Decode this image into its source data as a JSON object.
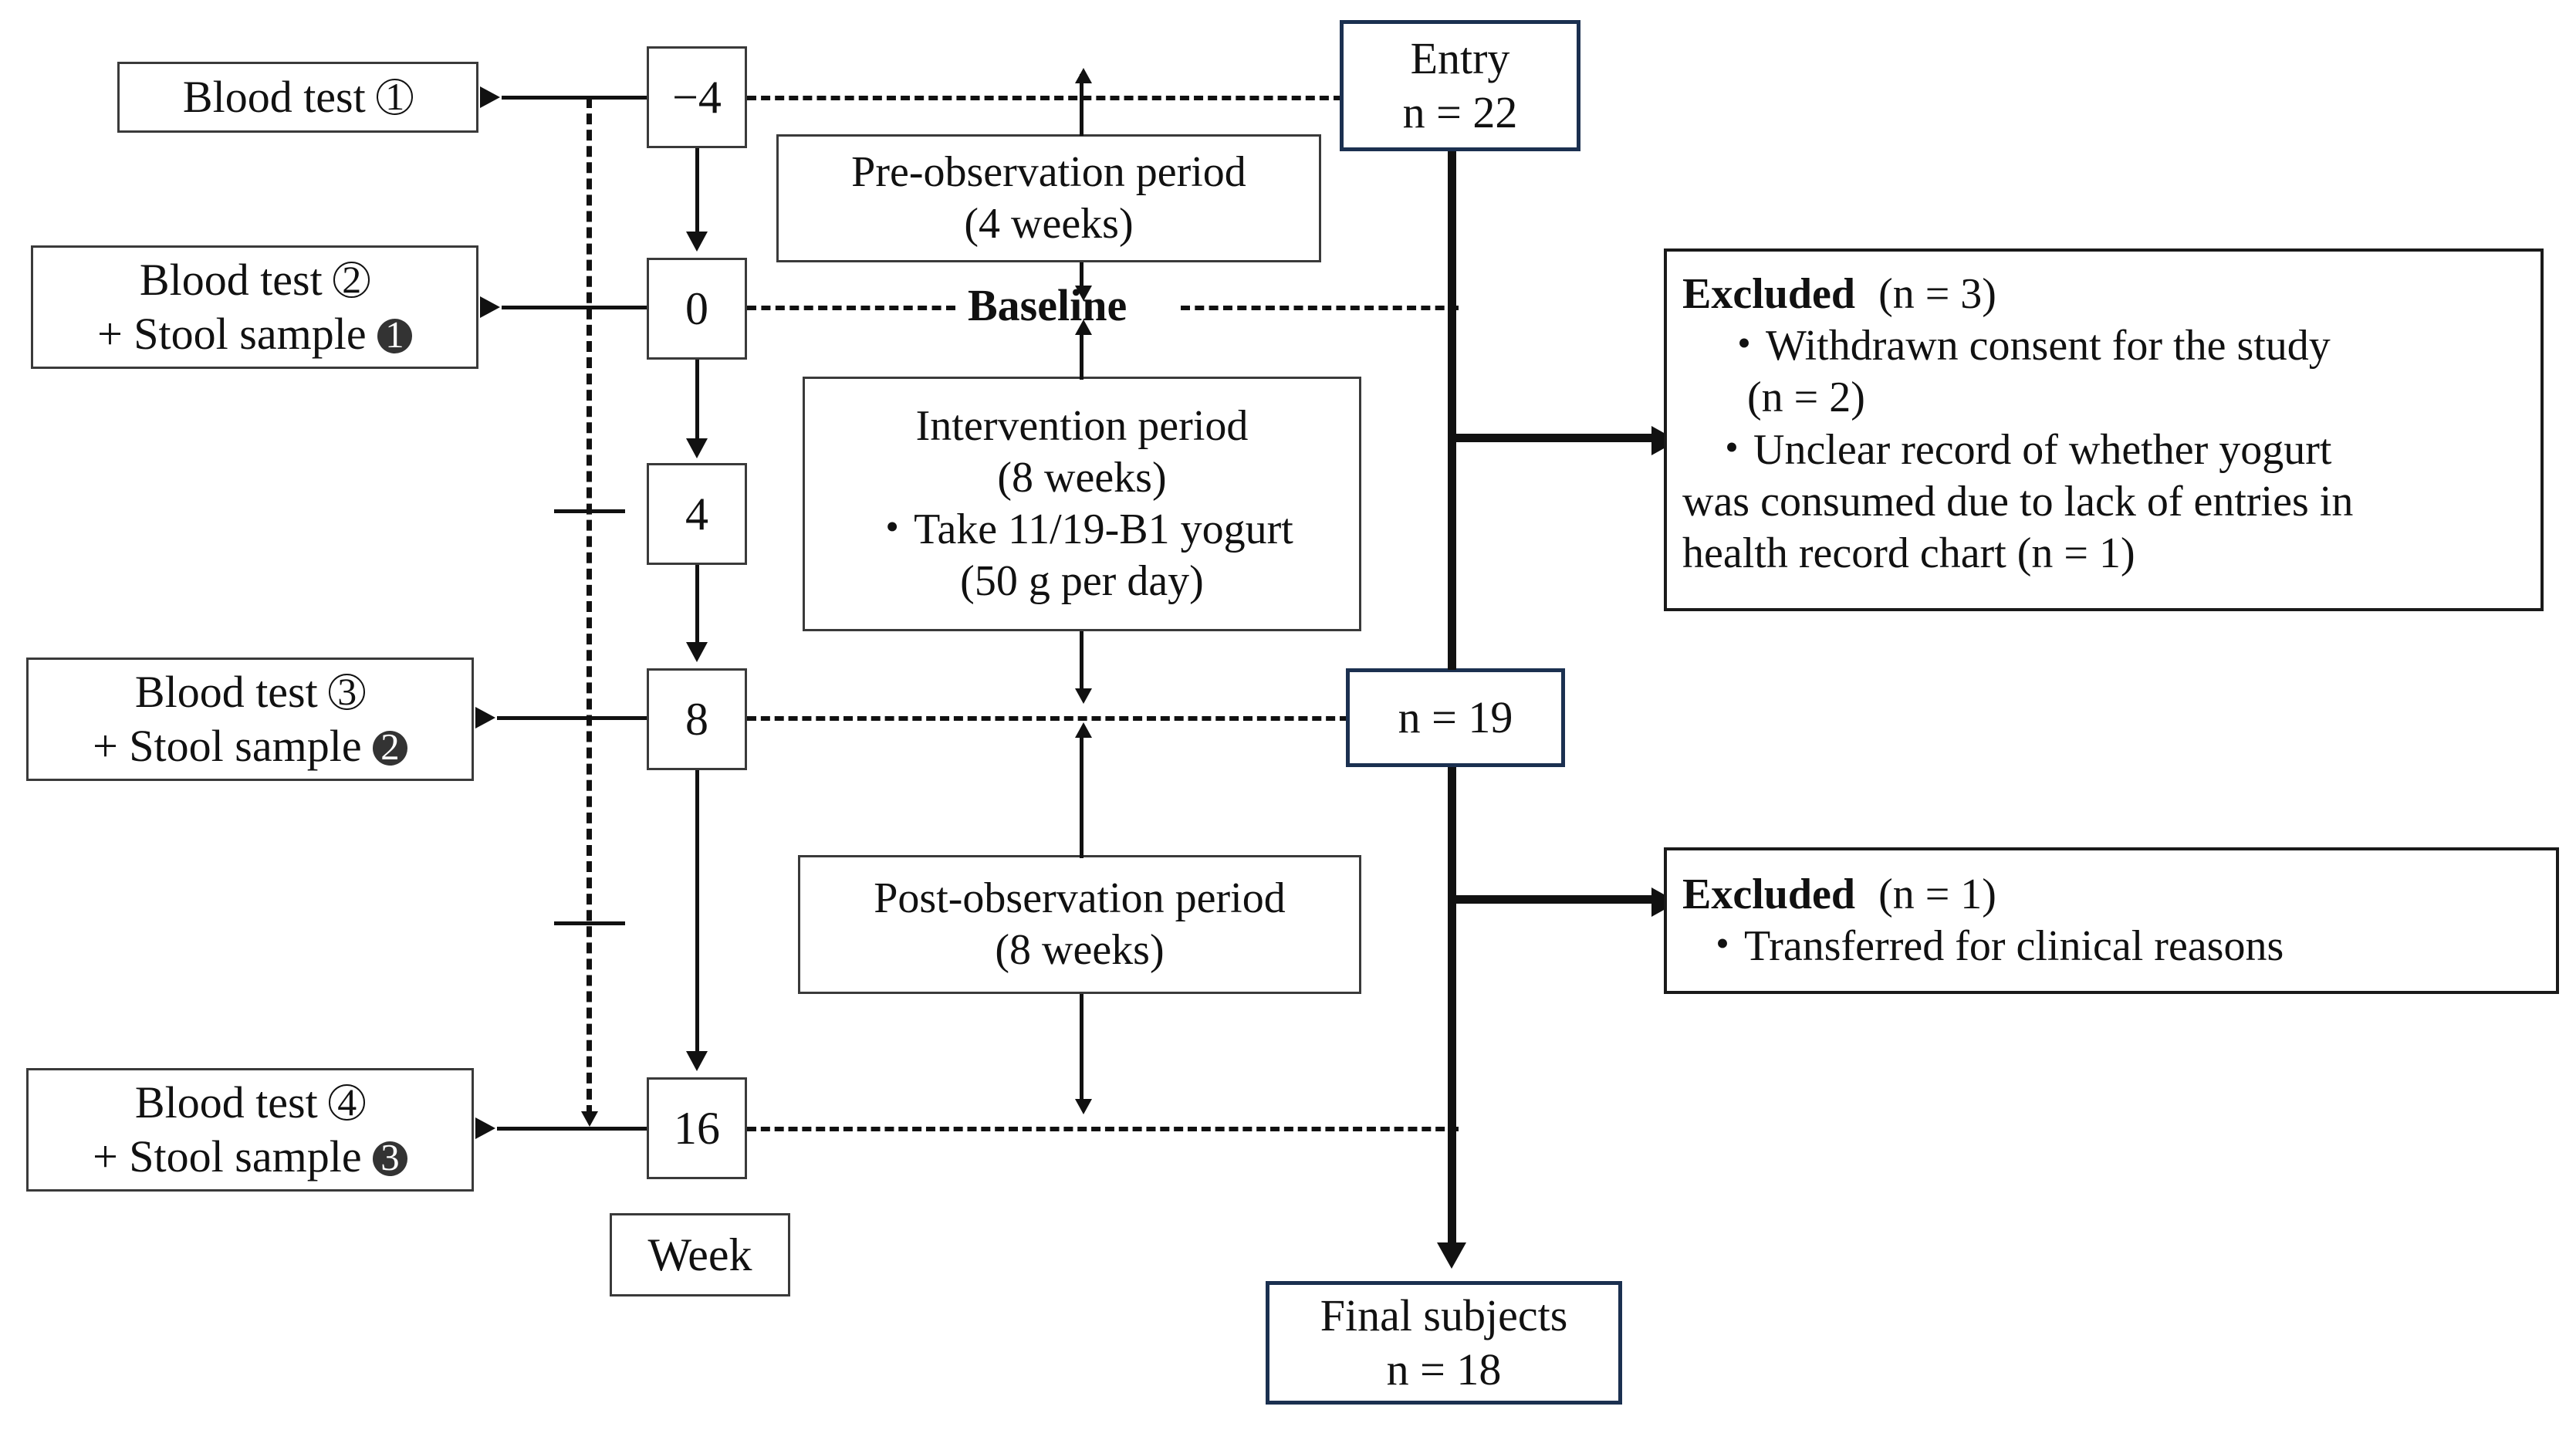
{
  "diagram": {
    "title": "Study flow diagram",
    "colors": {
      "navy_border": "#1b3050",
      "gray_border": "#3a3a3a",
      "line": "#111111",
      "filled_badge": "#333333"
    }
  },
  "left_column": {
    "items": [
      {
        "name": "blood-test-1",
        "line1_text": "Blood test",
        "line1_badge": "1",
        "line1_badge_style": "open-circle",
        "line2_text": "",
        "line2_badge": "",
        "line2_badge_style": ""
      },
      {
        "name": "blood-test-2",
        "line1_text": "Blood test",
        "line1_badge": "2",
        "line1_badge_style": "open-circle",
        "line2_text": "+ Stool sample",
        "line2_badge": "1",
        "line2_badge_style": "filled-circle"
      },
      {
        "name": "blood-test-3",
        "line1_text": "Blood test",
        "line1_badge": "3",
        "line1_badge_style": "open-circle",
        "line2_text": "+ Stool sample",
        "line2_badge": "2",
        "line2_badge_style": "filled-circle"
      },
      {
        "name": "blood-test-4",
        "line1_text": "Blood test",
        "line1_badge": "4",
        "line1_badge_style": "open-circle",
        "line2_text": "+ Stool sample",
        "line2_badge": "3",
        "line2_badge_style": "filled-circle"
      }
    ]
  },
  "timeline": {
    "axis_label": "Week",
    "weeks": [
      {
        "name": "week-minus-4",
        "label": "−4"
      },
      {
        "name": "week-0",
        "label": "0"
      },
      {
        "name": "week-4",
        "label": "4"
      },
      {
        "name": "week-8",
        "label": "8"
      },
      {
        "name": "week-16",
        "label": "16"
      }
    ]
  },
  "periods": {
    "pre_observation": {
      "line1": "Pre-observation period",
      "line2": "(4 weeks)"
    },
    "baseline_label": "Baseline",
    "intervention": {
      "line1": "Intervention period",
      "line2": "(8 weeks)",
      "line3": "・Take 11/19-B1 yogurt",
      "line4": "(50 g per day)"
    },
    "post_observation": {
      "line1": "Post-observation period",
      "line2": "(8 weeks)"
    }
  },
  "flow": {
    "entry": {
      "line1": "Entry",
      "line2": "n = 22"
    },
    "remaining": {
      "line1": "n = 19"
    },
    "final": {
      "line1": "Final subjects",
      "line2": "n = 18"
    }
  },
  "exclusions": [
    {
      "name": "excluded-3",
      "header": "Excluded",
      "header_count": "(n = 3)",
      "lines": [
        "・Withdrawn consent for the study",
        "(n = 2)",
        "・Unclear record of whether yogurt",
        "was consumed due to lack of entries in",
        "health record chart (n = 1)"
      ]
    },
    {
      "name": "excluded-1",
      "header": "Excluded",
      "header_count": "(n = 1)",
      "lines": [
        "・Transferred for clinical reasons"
      ]
    }
  ]
}
